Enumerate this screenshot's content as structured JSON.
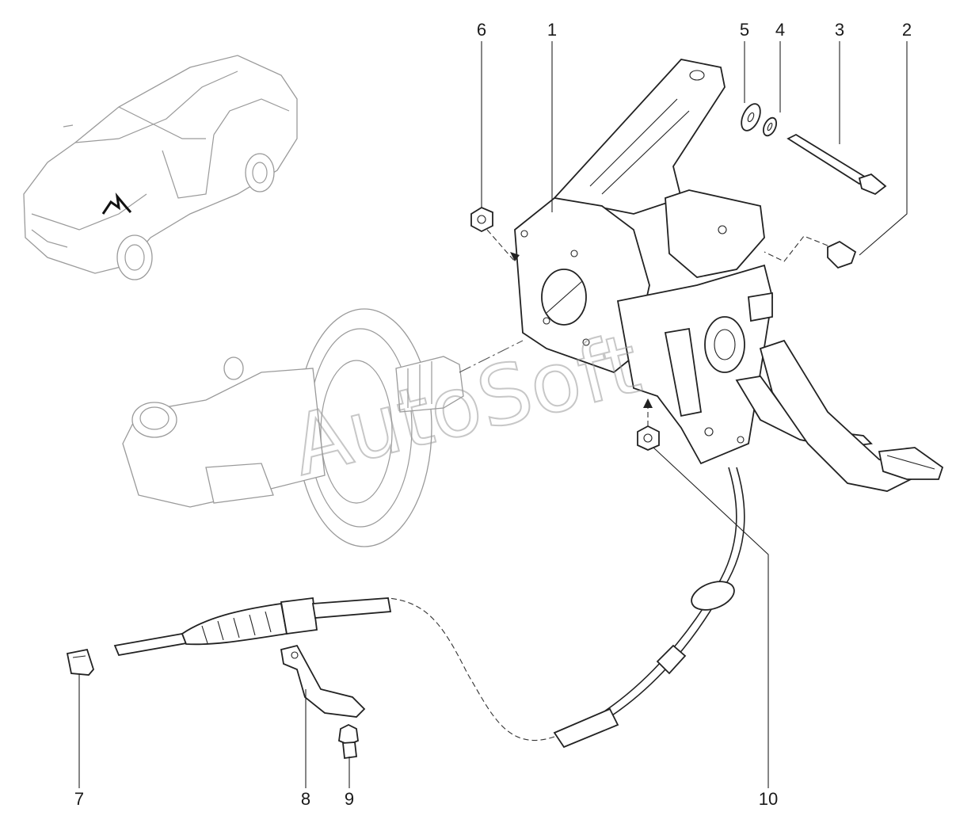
{
  "callouts": [
    {
      "id": "6",
      "label": "6"
    },
    {
      "id": "1",
      "label": "1"
    },
    {
      "id": "5",
      "label": "5"
    },
    {
      "id": "4",
      "label": "4"
    },
    {
      "id": "3",
      "label": "3"
    },
    {
      "id": "2",
      "label": "2"
    },
    {
      "id": "7",
      "label": "7"
    },
    {
      "id": "8",
      "label": "8"
    },
    {
      "id": "9",
      "label": "9"
    },
    {
      "id": "10",
      "label": "10"
    }
  ],
  "watermark": "AutoSoft"
}
